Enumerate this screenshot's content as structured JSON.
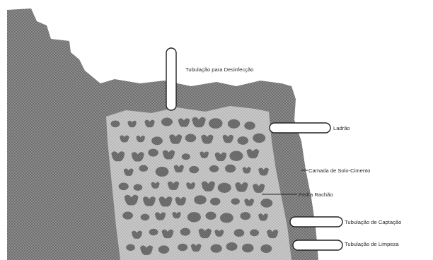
{
  "diagram": {
    "labels": {
      "tubulacao_desinfeccao": "Tubulação para Desinfecção",
      "ladrao": "Ladrão",
      "camada_solo_cimento": "Camada de Solo-Cimento",
      "pedra_rachao": "Pedra Rachão",
      "tubulacao_captacao": "Tubulação de Captação",
      "tubulacao_limpeza": "Tubulação de Limpeza"
    }
  }
}
